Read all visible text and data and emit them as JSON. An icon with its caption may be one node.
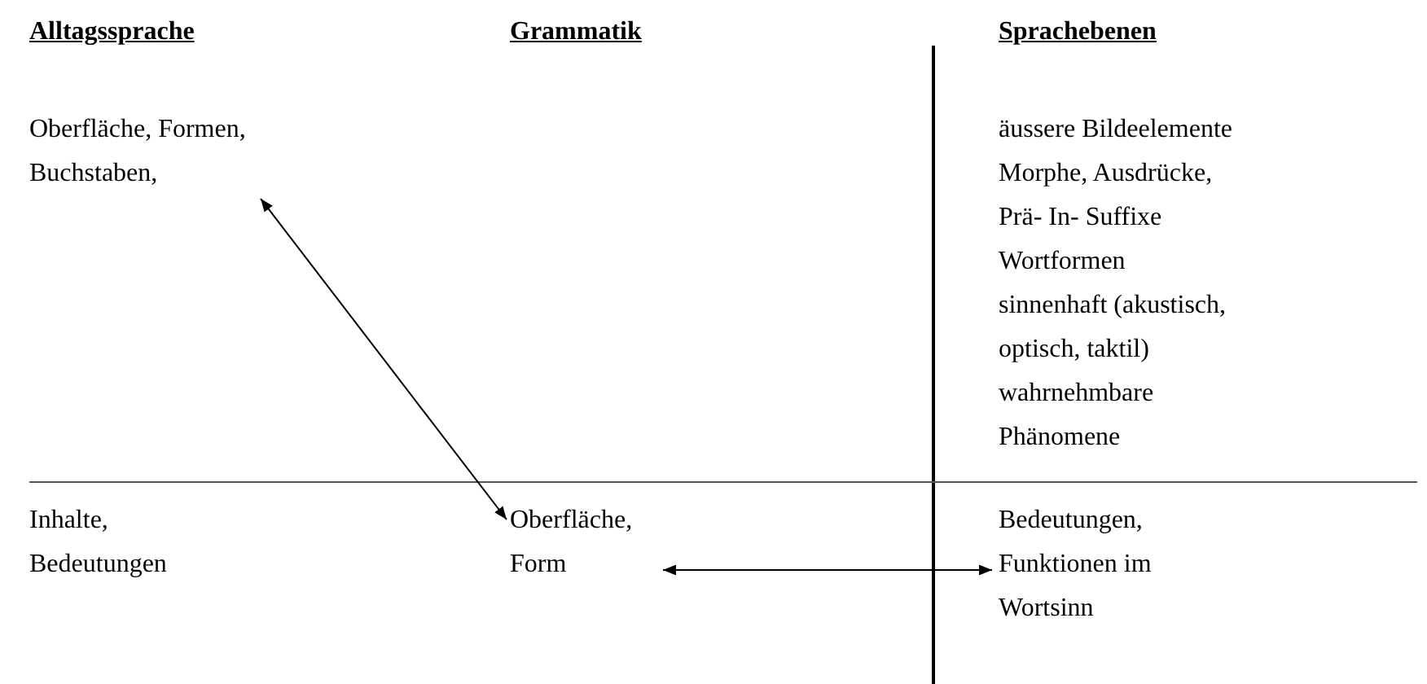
{
  "diagram": {
    "nodes": [
      {
        "text": [
          "Oberfläche, Formen, Buchstaben,"
        ]
      },
      {
        "text": [
          "Oberfläche, Form"
        ]
      },
      {
        "text": [
          "Bedeutungen, Funktionen im Wortsinn"
        ]
      }
    ],
    "edges": [
      {
        "from": 0,
        "to": 1,
        "arrow": "both"
      },
      {
        "from": 1,
        "to": 2,
        "arrow": "both"
      }
    ],
    "labels": [
      "Alltagssprache",
      "Grammatik",
      "Sprachebenen",
      "äussere Bildeelemente",
      "Morphe, Ausdrücke,",
      "Prä- In- Suffixe",
      "Wortformen",
      "sinnenhaft (akustisch, optisch, taktil) wahrnehmbare Phänomene",
      "Inhalte, Bedeutungen"
    ]
  }
}
